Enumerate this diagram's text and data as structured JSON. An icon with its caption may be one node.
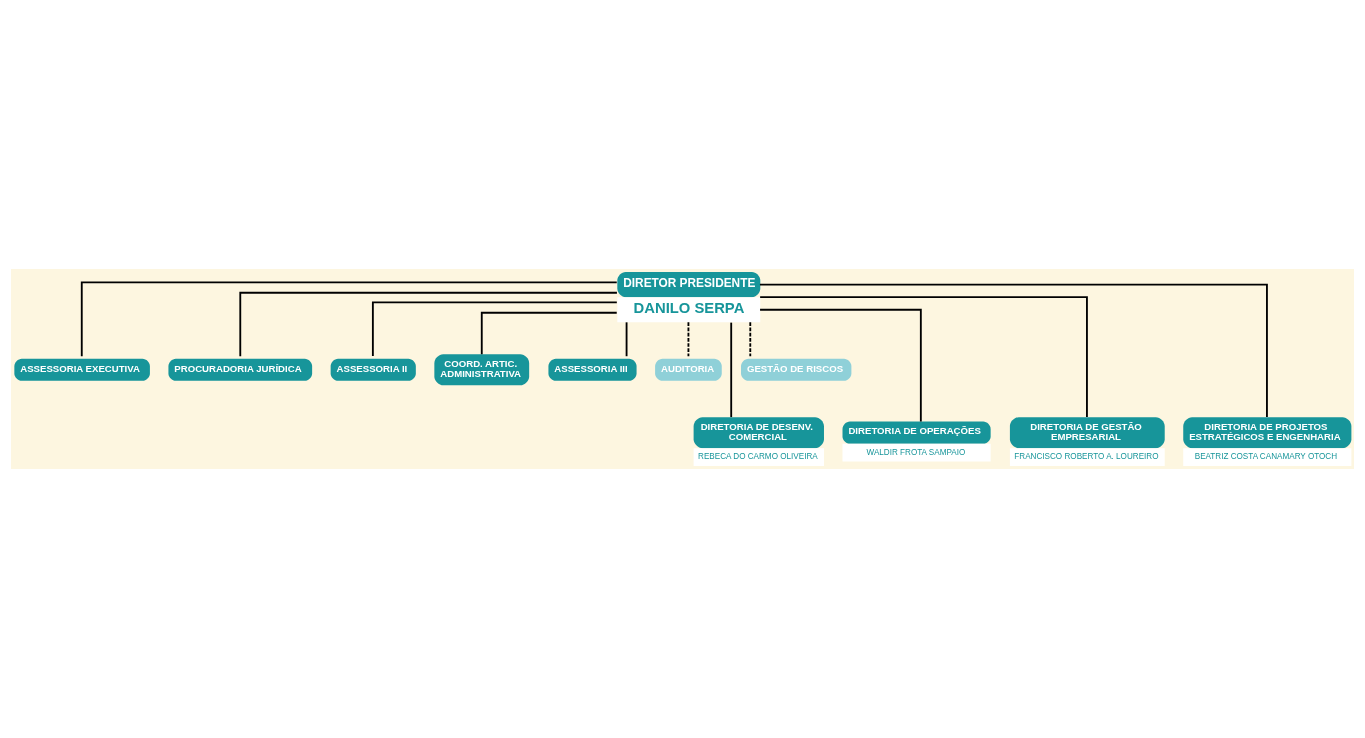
{
  "diagram": {
    "nodes": [
      {
        "text": [
          "DIRETOR PRESIDENTE",
          "DANILO SERPA"
        ]
      },
      {
        "text": [
          "ASSESSORIA EXECUTIVA"
        ]
      },
      {
        "text": [
          "PROCURADORIA JURÍDICA"
        ]
      },
      {
        "text": [
          "ASSESSORIA II"
        ]
      },
      {
        "text": [
          "COORD. ARTIC. ADMINISTRATIVA"
        ]
      },
      {
        "text": [
          "ASSESSORIA III"
        ]
      },
      {
        "text": [
          "AUDITORIA"
        ]
      },
      {
        "text": [
          "GESTÃO DE RISCOS"
        ]
      },
      {
        "text": [
          "DIRETORIA DE DESENV. COMERCIAL",
          "REBECA DO CARMO OLIVEIRA"
        ]
      },
      {
        "text": [
          "DIRETORIA DE OPERAÇÕES",
          "WALDIR FROTA SAMPAIO"
        ]
      },
      {
        "text": [
          "DIRETORIA DE GESTÃO EMPRESARIAL",
          "FRANCISCO ROBERTO A. LOUREIRO"
        ]
      },
      {
        "text": [
          "DIRETORIA DE PROJETOS ESTRATÉGICOS E ENGENHARIA",
          "BEATRIZ COSTA CANAMARY OTOCH"
        ]
      }
    ],
    "edges": [
      {
        "from": 0,
        "to": 1,
        "arrow": "none"
      },
      {
        "from": 0,
        "to": 2,
        "arrow": "none"
      },
      {
        "from": 0,
        "to": 3,
        "arrow": "none"
      },
      {
        "from": 0,
        "to": 4,
        "arrow": "none"
      },
      {
        "from": 0,
        "to": 5,
        "arrow": "none"
      },
      {
        "from": 0,
        "to": 6,
        "arrow": "none",
        "style": "dashed"
      },
      {
        "from": 0,
        "to": 7,
        "arrow": "none",
        "style": "dashed"
      },
      {
        "from": 0,
        "to": 8,
        "arrow": "none"
      },
      {
        "from": 0,
        "to": 9,
        "arrow": "none"
      },
      {
        "from": 0,
        "to": 10,
        "arrow": "none"
      },
      {
        "from": 0,
        "to": 11,
        "arrow": "none"
      }
    ]
  }
}
